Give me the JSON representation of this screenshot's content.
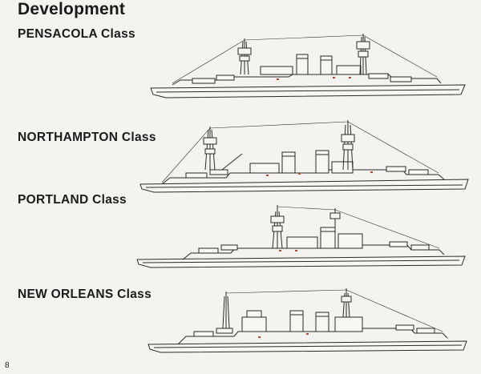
{
  "page": {
    "title": "Development",
    "page_number": "8"
  },
  "classes": [
    {
      "label": "PENSACOLA Class"
    },
    {
      "label": "NORTHAMPTON Class"
    },
    {
      "label": "PORTLAND Class"
    },
    {
      "label": "NEW ORLEANS Class"
    }
  ],
  "colors": {
    "line": "#2a2a2a",
    "accent": "#b8453a",
    "paper": "#f4f3ef"
  }
}
